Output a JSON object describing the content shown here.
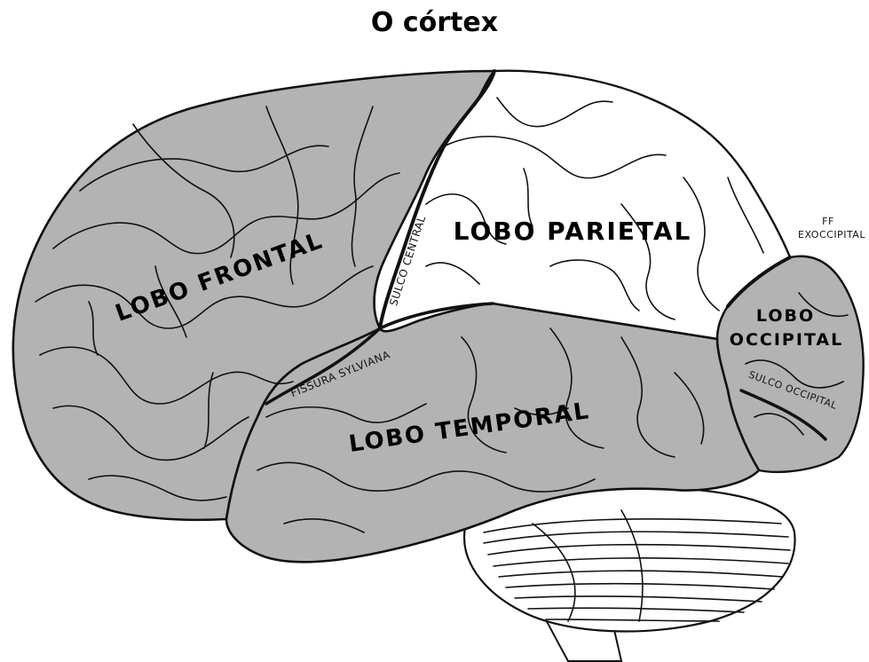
{
  "title": "O córtex",
  "labels": {
    "frontal": "LOBO FRONTAL",
    "parietal": "LOBO PARIETAL",
    "temporal": "LOBO TEMPORAL",
    "occipital_line1": "LOBO",
    "occipital_line2": "OCCIPITAL",
    "sulco_central": "SULCO CENTRAL",
    "fissura_sylviana": "FISSURA SYLVIANA",
    "sulco_occipital": "SULCO OCCIPITAL",
    "ff_line1": "FF",
    "ff_line2": "EXOCCIPITAL"
  },
  "colors": {
    "lobe_shaded": "#b3b3b3",
    "lobe_white": "#ffffff",
    "outline": "#111111",
    "cerebellum": "#ffffff"
  }
}
